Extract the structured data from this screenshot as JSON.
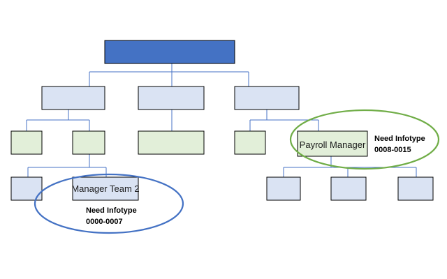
{
  "diagram": {
    "colors": {
      "root_fill": "#4472c4",
      "box_fill_blue": "#dae3f3",
      "box_fill_green": "#e2efd9",
      "box_stroke": "#000000",
      "connector": "#4472c4",
      "ellipse_green": "#70ad47",
      "ellipse_blue": "#4472c4"
    },
    "labels": {
      "manager_team_2": "Manager Team 2",
      "payroll_manager": "Payroll Manager"
    },
    "notes": {
      "left_line1": "Need Infotype",
      "left_line2": "0000-0007",
      "right_line1": "Need Infotype",
      "right_line2": "0008-0015"
    }
  }
}
